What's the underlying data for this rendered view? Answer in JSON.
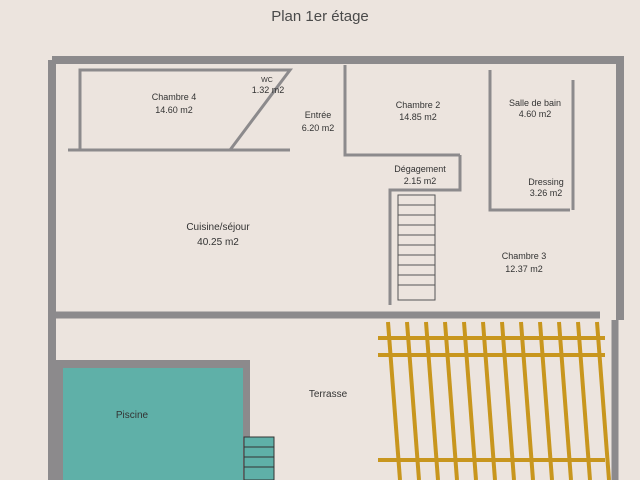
{
  "title": "Plan 1er étage",
  "rooms": [
    {
      "name": "Chambre 4",
      "area": "14.60 m2"
    },
    {
      "name": "WC",
      "area": "1.32 m2"
    },
    {
      "name": "Entrée",
      "area": "6.20 m2"
    },
    {
      "name": "Chambre 2",
      "area": "14.85 m2"
    },
    {
      "name": "Salle de bain",
      "area": "4.60 m2"
    },
    {
      "name": "Dégagement",
      "area": "2.15 m2"
    },
    {
      "name": "Dressing",
      "area": "3.26 m2"
    },
    {
      "name": "Cuisine/séjour",
      "area": "40.25 m2"
    },
    {
      "name": "Chambre 3",
      "area": "12.37 m2"
    },
    {
      "name": "Piscine",
      "area": ""
    },
    {
      "name": "Terrasse",
      "area": ""
    }
  ],
  "colors": {
    "wall": "#8c8a8c",
    "pool": "#5fb0a8",
    "pergola": "#c8961e",
    "paper": "#ece4de"
  }
}
